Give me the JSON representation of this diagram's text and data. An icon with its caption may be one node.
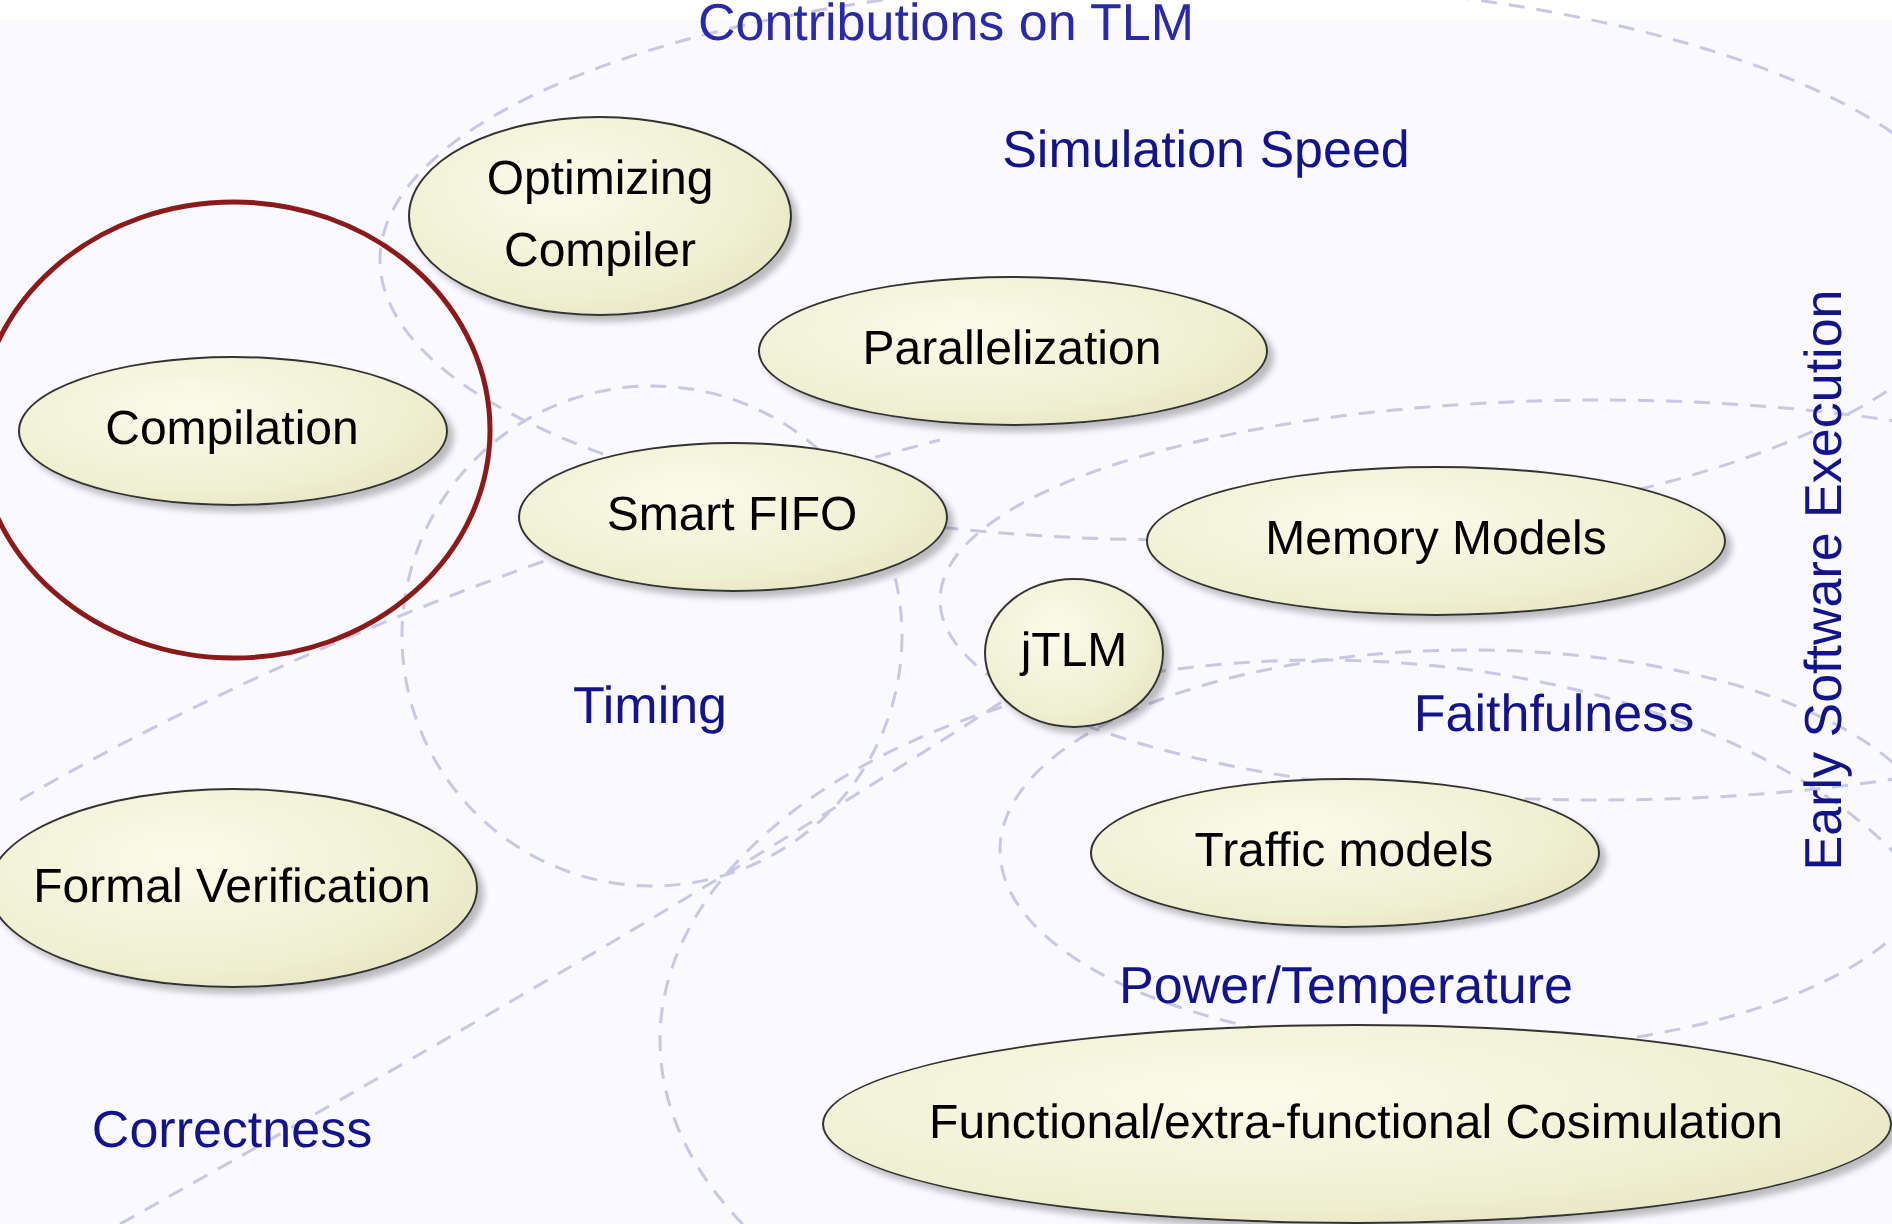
{
  "diagram": {
    "title": "Contributions on TLM",
    "nodes": [
      {
        "text": [
          "Optimizing Compiler"
        ]
      },
      {
        "text": [
          "Parallelization"
        ]
      },
      {
        "text": [
          "Compilation"
        ]
      },
      {
        "text": [
          "Smart FIFO"
        ]
      },
      {
        "text": [
          "Memory Models"
        ]
      },
      {
        "text": [
          "jTLM"
        ]
      },
      {
        "text": [
          "Formal Verification"
        ]
      },
      {
        "text": [
          "Traffic models"
        ]
      },
      {
        "text": [
          "Functional/extra-functional Cosimulation"
        ]
      }
    ],
    "labels": [
      "Simulation Speed",
      "Early Software Execution",
      "Timing",
      "Faithfulness",
      "Power/Temperature",
      "Correctness"
    ]
  }
}
